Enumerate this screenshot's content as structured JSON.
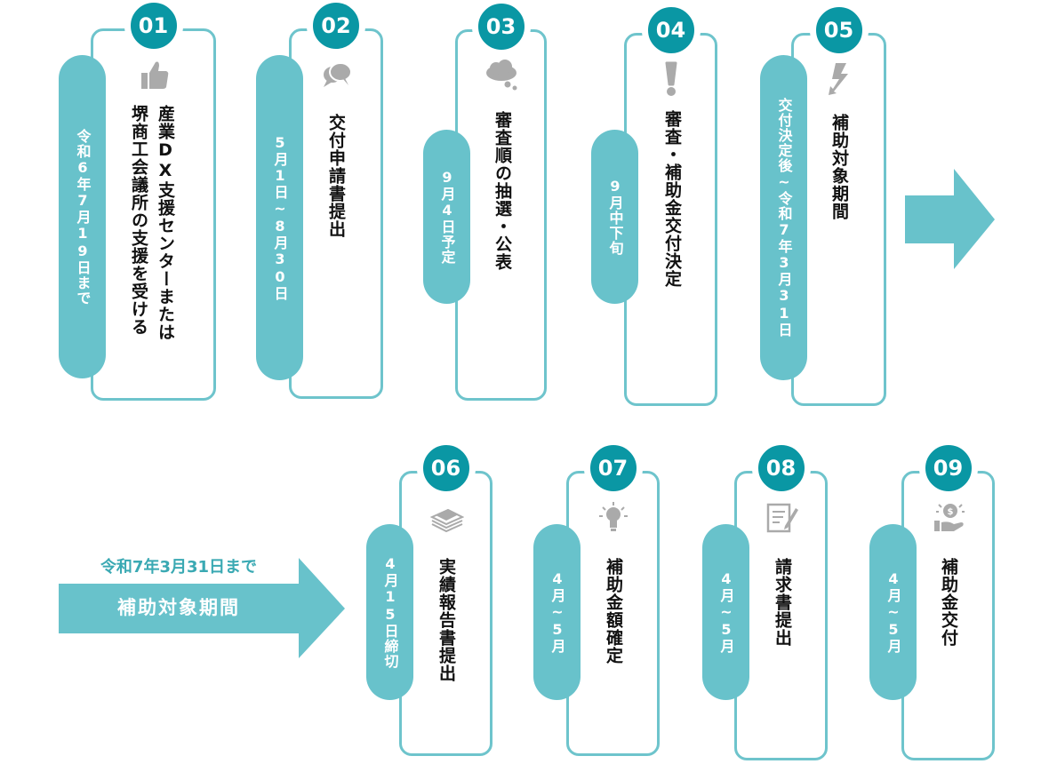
{
  "steps": [
    {
      "number": "01",
      "icon": "thumbs-up-icon",
      "date": "令和6年7月19日まで",
      "title_lines": [
        "産業DX支援センターまたは",
        "堺商工会議所の支援を受ける"
      ]
    },
    {
      "number": "02",
      "icon": "speech-bubbles-icon",
      "date": "5月1日~8月30日",
      "title_lines": [
        "交付申請書提出"
      ]
    },
    {
      "number": "03",
      "icon": "thought-cloud-icon",
      "date": "9月4日予定",
      "title_lines": [
        "審査順の抽選・公表"
      ]
    },
    {
      "number": "04",
      "icon": "exclamation-icon",
      "date": "9月中下旬",
      "title_lines": [
        "審査・補助金交付決定"
      ]
    },
    {
      "number": "05",
      "icon": "lightning-icon",
      "date": "交付決定後~令和7年3月31日",
      "title_lines": [
        "補助対象期間"
      ]
    },
    {
      "number": "06",
      "icon": "documents-icon",
      "date": "4月15日締切",
      "title_lines": [
        "実績報告書提出"
      ]
    },
    {
      "number": "07",
      "icon": "lightbulb-icon",
      "date": "4月~5月",
      "title_lines": [
        "補助金額確定"
      ]
    },
    {
      "number": "08",
      "icon": "form-edit-icon",
      "date": "4月~5月",
      "title_lines": [
        "請求書提出"
      ]
    },
    {
      "number": "09",
      "icon": "money-hand-icon",
      "date": "4月~5月",
      "title_lines": [
        "補助金交付"
      ]
    }
  ],
  "period": {
    "deadline": "令和7年3月31日まで",
    "label": "補助対象期間"
  },
  "colors": {
    "number_circle": "#0a97a4",
    "date_pill": "#68c2cb",
    "border": "#6ec4cc",
    "icon": "#aaaaaa"
  }
}
